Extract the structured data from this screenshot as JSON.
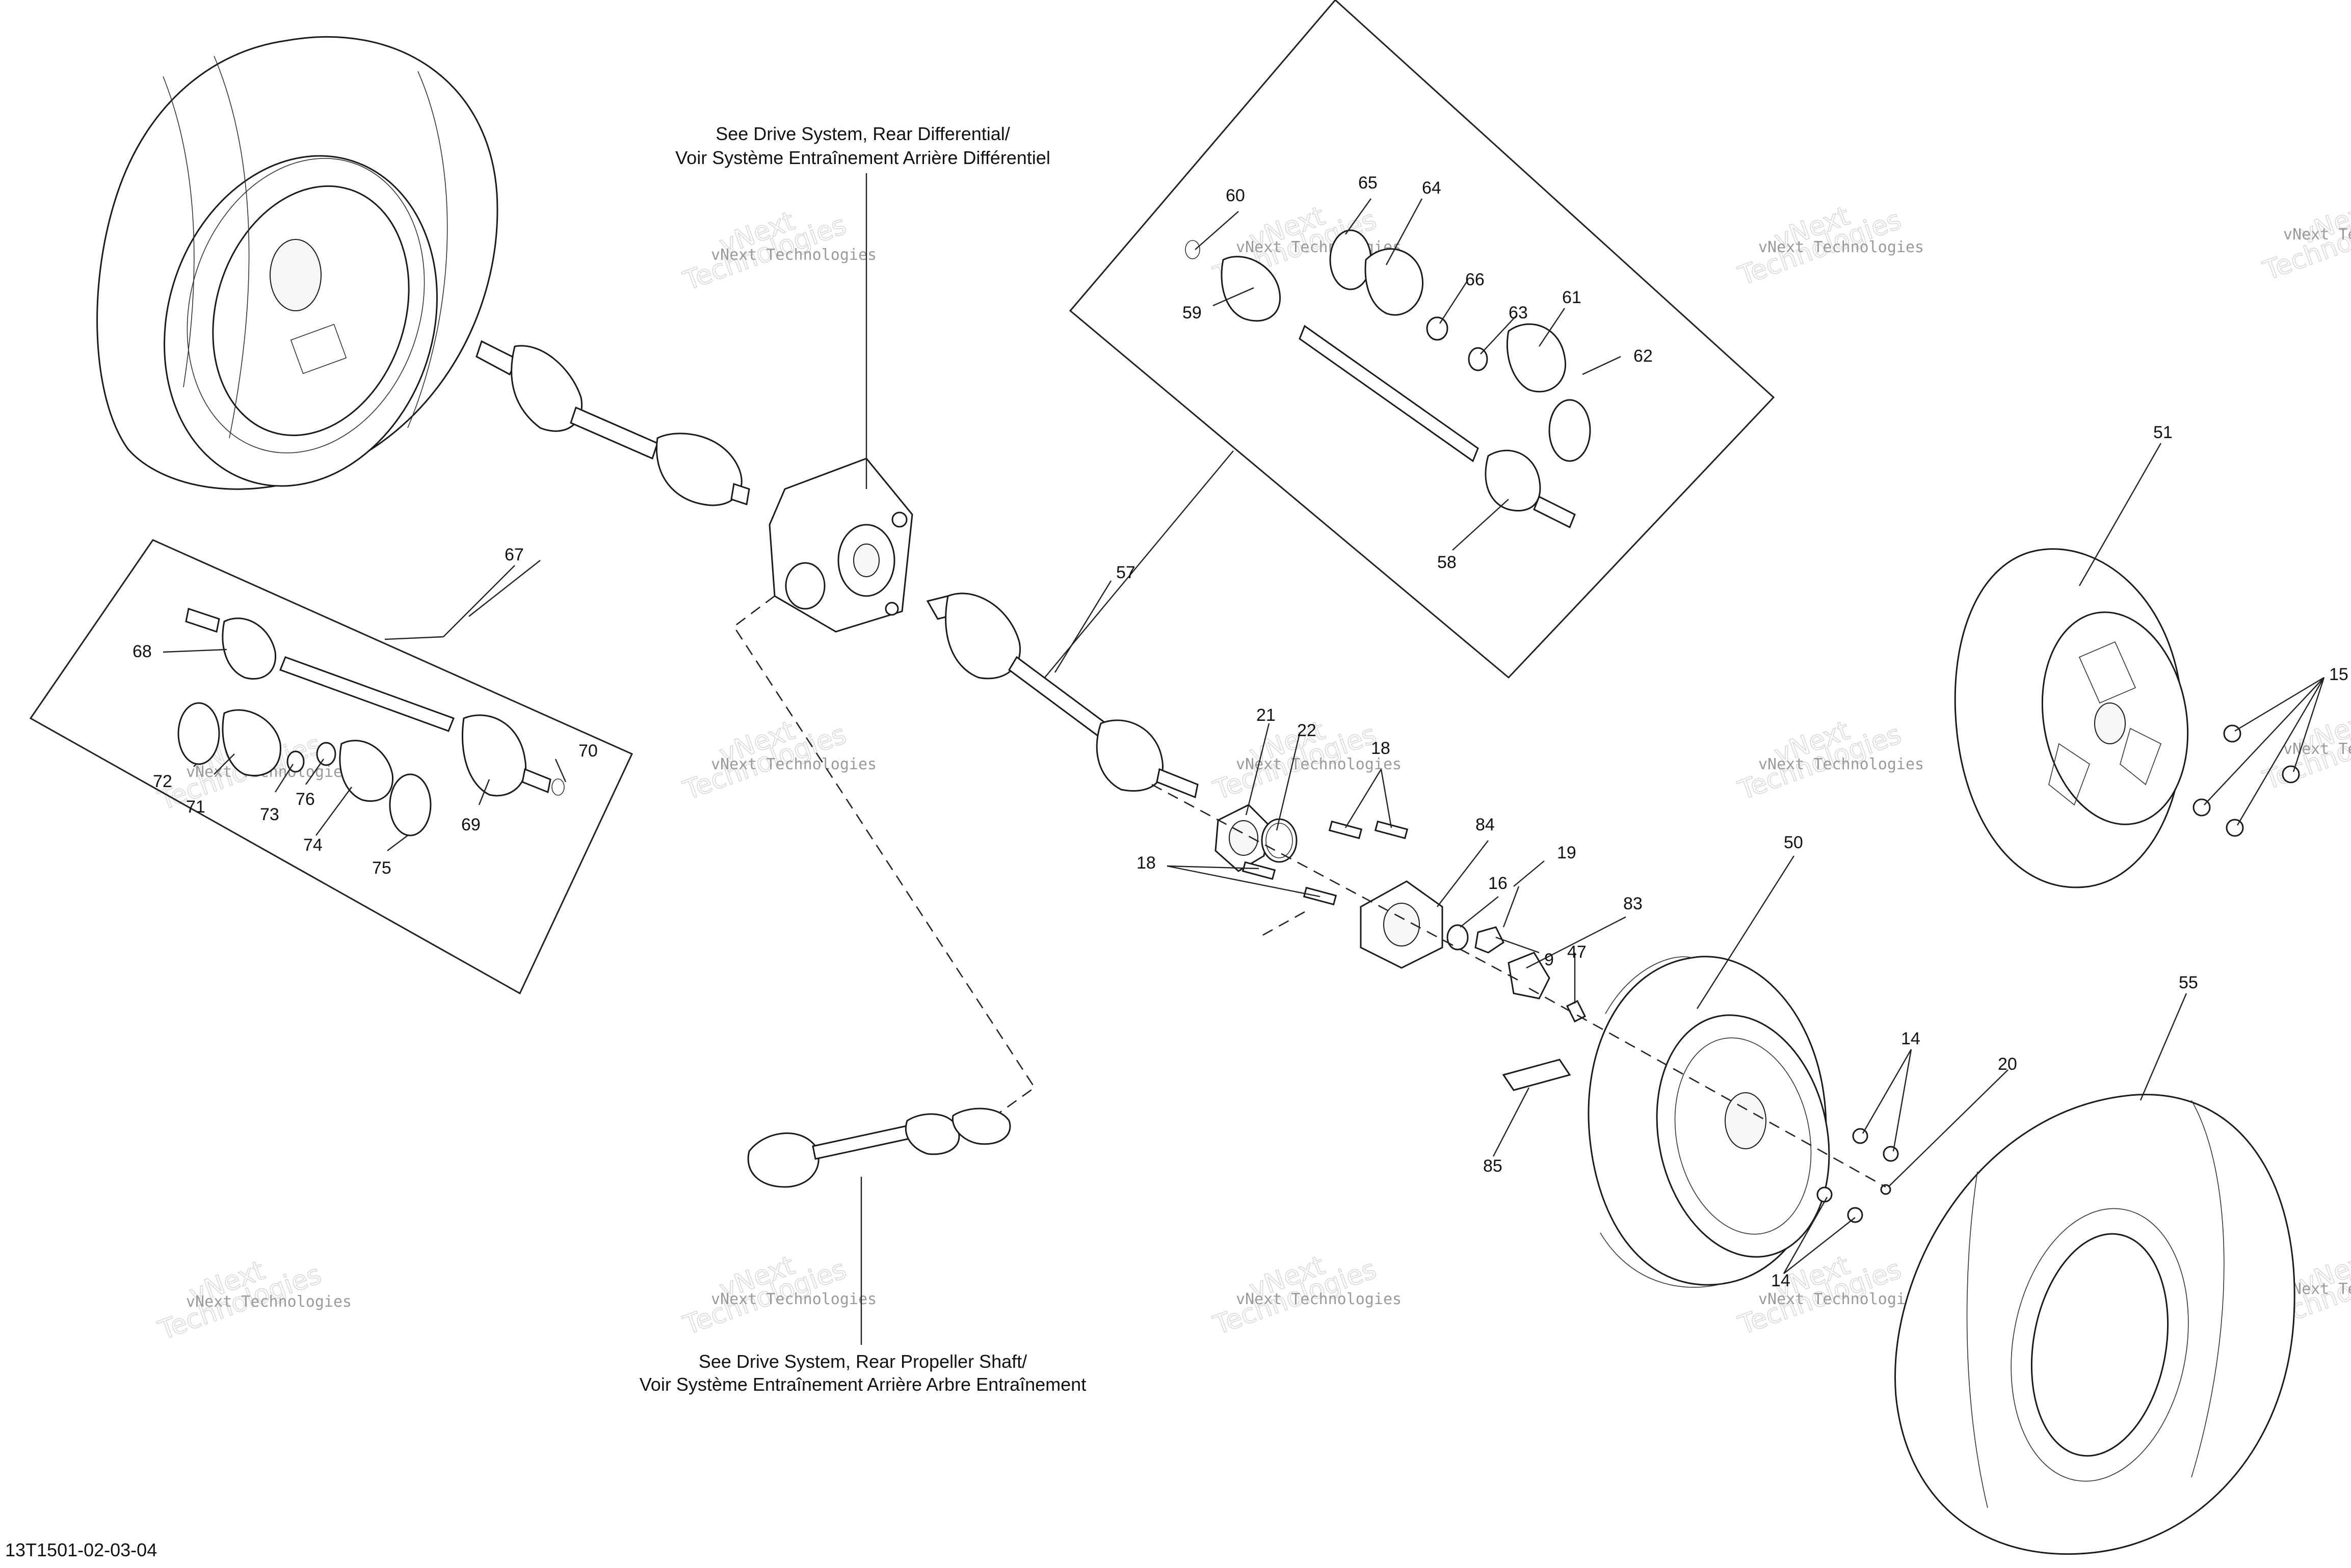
{
  "figure_code": "13T1501-02-03-04",
  "notes": {
    "rear_differential": [
      "See Drive System, Rear Differential/",
      "Voir Système Entraînement Arrière Différentiel"
    ],
    "rear_propeller_shaft": [
      "See Drive System, Rear Propeller Shaft/",
      "Voir Système Entraînement Arrière Arbre Entraînement"
    ]
  },
  "watermark": {
    "line1": "vNext Technologies",
    "line2a": "vNext",
    "line2b": "Technologies"
  },
  "part_labels": {
    "p60": "60",
    "p65": "65",
    "p64": "64",
    "p66": "66",
    "p63": "63",
    "p61": "61",
    "p62": "62",
    "p59": "59",
    "p58": "58",
    "p57": "57",
    "p67": "67",
    "p68": "68",
    "p70": "70",
    "p72": "72",
    "p71": "71",
    "p73": "73",
    "p76": "76",
    "p74": "74",
    "p75": "75",
    "p69": "69",
    "p21": "21",
    "p22": "22",
    "p18a": "18",
    "p18b": "18",
    "p84": "84",
    "p16": "16",
    "p19": "19",
    "p83": "83",
    "p9": "9",
    "p47": "47",
    "p50": "50",
    "p51": "51",
    "p15": "15",
    "p55": "55",
    "p14a": "14",
    "p14b": "14",
    "p20": "20",
    "p85": "85"
  }
}
